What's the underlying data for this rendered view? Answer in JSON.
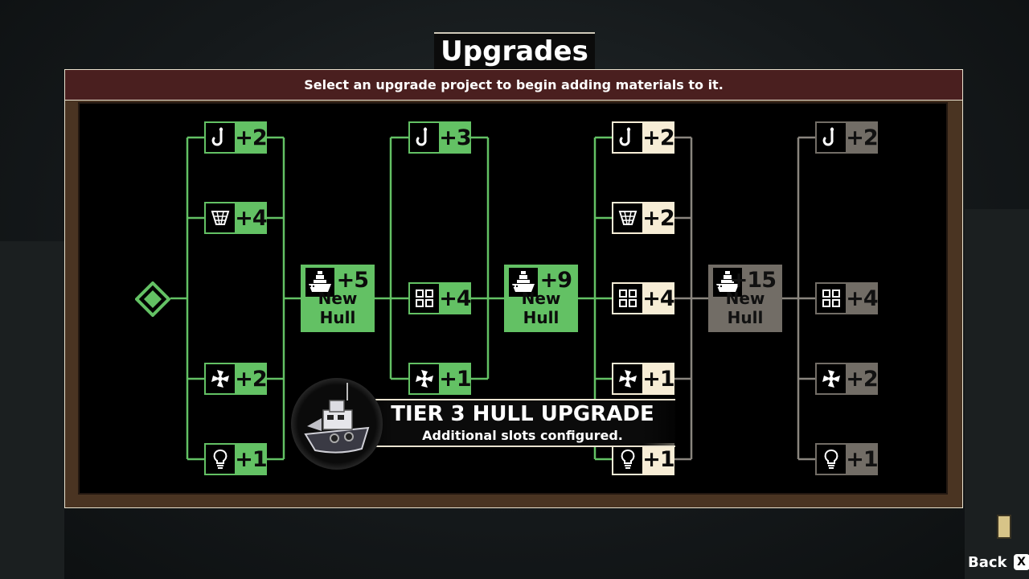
{
  "title": "Upgrades",
  "subtitle": "Select an upgrade project to begin adding materials to it.",
  "colors": {
    "unlocked": "#63c164",
    "available": "#f7edd6",
    "locked": "#726d66",
    "panel_header": "#4a1f1f"
  },
  "columns": [
    {
      "state": "unlocked",
      "nodes": [
        {
          "icon": "hook-icon",
          "value": "+2"
        },
        {
          "icon": "net-icon",
          "value": "+4"
        },
        {
          "icon": "engine-icon",
          "value": "+2"
        },
        {
          "icon": "light-icon",
          "value": "+1"
        }
      ]
    },
    {
      "state": "unlocked",
      "nodes": [
        {
          "icon": "hook-icon",
          "value": "+3"
        },
        {
          "icon": "grid-icon",
          "value": "+4"
        },
        {
          "icon": "engine-icon",
          "value": "+1"
        }
      ]
    },
    {
      "state": "available",
      "nodes": [
        {
          "icon": "hook-icon",
          "value": "+2"
        },
        {
          "icon": "net-icon",
          "value": "+2"
        },
        {
          "icon": "grid-icon",
          "value": "+4"
        },
        {
          "icon": "engine-icon",
          "value": "+1"
        },
        {
          "icon": "light-icon",
          "value": "+1"
        }
      ]
    },
    {
      "state": "locked",
      "nodes": [
        {
          "icon": "hook-icon",
          "value": "+2"
        },
        {
          "icon": "grid-icon",
          "value": "+4"
        },
        {
          "icon": "engine-icon",
          "value": "+2"
        },
        {
          "icon": "light-icon",
          "value": "+1"
        }
      ]
    }
  ],
  "hulls": [
    {
      "state": "unlocked",
      "value": "+5",
      "name": "New Hull"
    },
    {
      "state": "unlocked",
      "value": "+9",
      "name": "New Hull"
    },
    {
      "state": "locked",
      "value": "+15",
      "name": "New Hull"
    }
  ],
  "notification": {
    "title": "TIER 3 HULL UPGRADE",
    "subtitle": "Additional slots configured."
  },
  "back": {
    "label": "Back",
    "key": "X"
  }
}
